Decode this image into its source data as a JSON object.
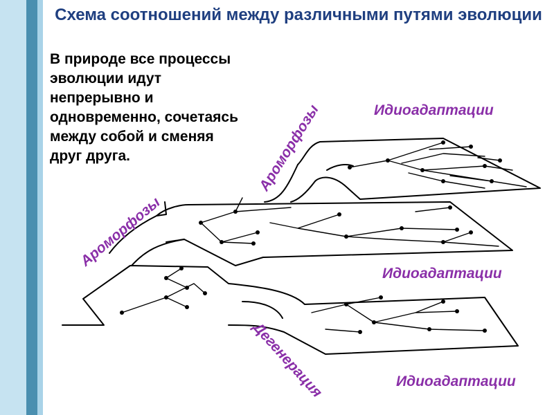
{
  "title": "Схема соотношений между различными путями эволюции",
  "intro_lines": [
    "В природе все процессы",
    "эволюции идут",
    "непрерывно и",
    "одновременно, сочетаясь",
    "между собой и сменяя",
    "друг друга."
  ],
  "labels": {
    "idioadaptation_top": "Идиоадаптации",
    "idioadaptation_middle": "Идиоадаптации",
    "idioadaptation_bottom": "Идиоадаптации",
    "aromorphosis_lower": "Ароморфозы",
    "aromorphosis_upper": "Ароморфозы",
    "degeneration": "Дегенерация"
  },
  "colors": {
    "title": "#1f3f80",
    "labels": "#8a2fa8",
    "band_light": "#c6e3f1",
    "band_dark": "#4a8fb0"
  }
}
